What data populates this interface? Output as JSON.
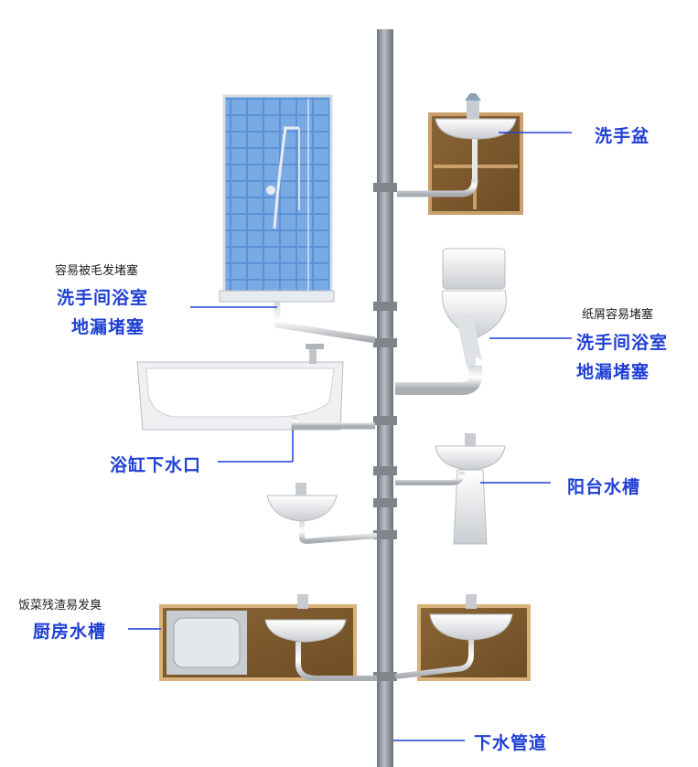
{
  "labels": {
    "basin_top": "洗手盆",
    "shower_note": "容易被毛发堵塞",
    "shower_line1": "洗手间浴室",
    "shower_line2": "地漏堵塞",
    "toilet_note": "纸屑容易堵塞",
    "toilet_line1": "洗手间浴室",
    "toilet_line2": "地漏堵塞",
    "bathtub": "浴缸下水口",
    "balcony": "阳台水槽",
    "kitchen_note": "饭菜残渣易发臭",
    "kitchen": "厨房水槽",
    "main_pipe": "下水管道"
  },
  "colors": {
    "label_blue": "#1f3fd6",
    "pipe_gray": "#8a9097",
    "cabinet_wood": "#b48a52",
    "tile_blue": "#4f86cf"
  }
}
